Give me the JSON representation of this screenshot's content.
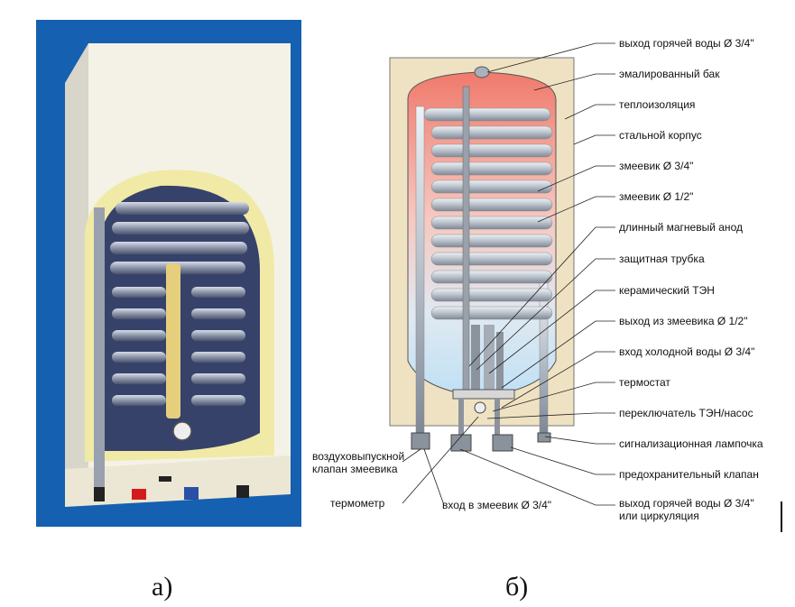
{
  "captions": {
    "a": "а)",
    "b": "б)"
  },
  "labels": [
    "выход горячей воды Ø 3/4\"",
    "эмалированный бак",
    "теплоизоляция",
    "стальной корпус",
    "змеевик Ø 3/4\"",
    "змеевик Ø 1/2\"",
    "длинный магневый анод",
    "защитная трубка",
    "керамический ТЭН",
    "выход из змеевика Ø 1/2\"",
    "вход холодной воды Ø 3/4\"",
    "термостат",
    "переключатель ТЭН/насос",
    "сигнализационная лампочка",
    "предохранительный клапан",
    "выход горячей воды Ø 3/4\"",
    "или циркуляция"
  ],
  "bottom_labels": {
    "air_valve_line1": "воздуховыпускной",
    "air_valve_line2": "клапан змеевика",
    "thermometer": "термометр",
    "coil_inlet": "вход в змеевик Ø 3/4\""
  },
  "colors": {
    "photo_background": "#1560b0",
    "housing": "#f4f2e6",
    "insulation_yellow": "#f1eaa6",
    "tank_dark": "#36426a",
    "diagram_body": "#efe2c3",
    "tank_hot": "#f2897b",
    "tank_cold": "#c7e4f6",
    "coil_gray": "#b7bec8"
  }
}
